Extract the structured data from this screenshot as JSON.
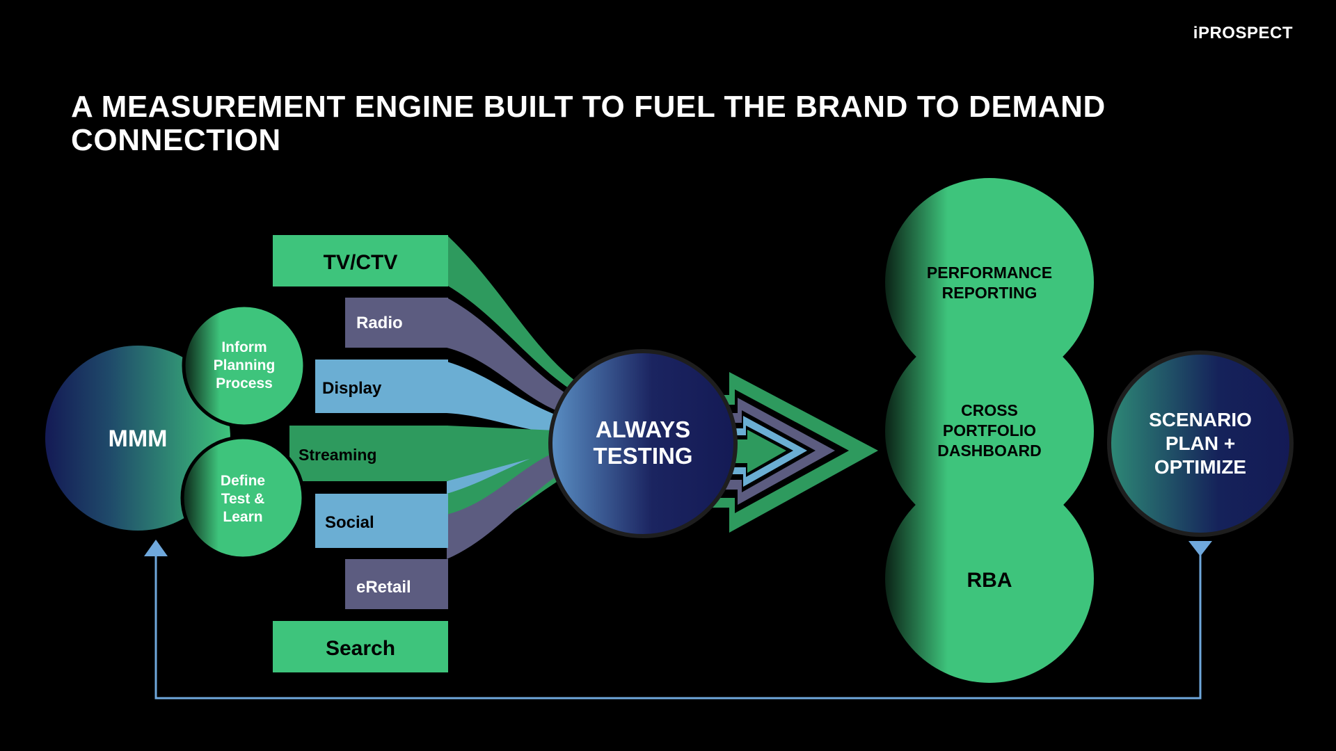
{
  "brand": {
    "logo_text": "iPROSPECT"
  },
  "slide": {
    "title": "A MEASUREMENT ENGINE BUILT TO FUEL THE BRAND TO DEMAND CONNECTION"
  },
  "colors": {
    "background": "#000000",
    "green": "#3EC47C",
    "dark_green": "#2E9A5E",
    "navy": "#161B55",
    "slate": "#5C5C80",
    "light_blue": "#6BAED3",
    "connector": "#6FA8DC"
  },
  "diagram": {
    "mmm": "MMM",
    "inform": [
      "Inform",
      "Planning",
      "Process"
    ],
    "define": [
      "Define",
      "Test &",
      "Learn"
    ],
    "channels": [
      "TV/CTV",
      "Radio",
      "Display",
      "Streaming",
      "Social",
      "eRetail",
      "Search"
    ],
    "hub": [
      "ALWAYS",
      "TESTING"
    ],
    "outputs": {
      "performance": [
        "PERFORMANCE",
        "REPORTING"
      ],
      "dashboard": [
        "CROSS",
        "PORTFOLIO",
        "DASHBOARD"
      ],
      "rba": "RBA"
    },
    "scenario": [
      "SCENARIO",
      "PLAN +",
      "OPTIMIZE"
    ]
  }
}
